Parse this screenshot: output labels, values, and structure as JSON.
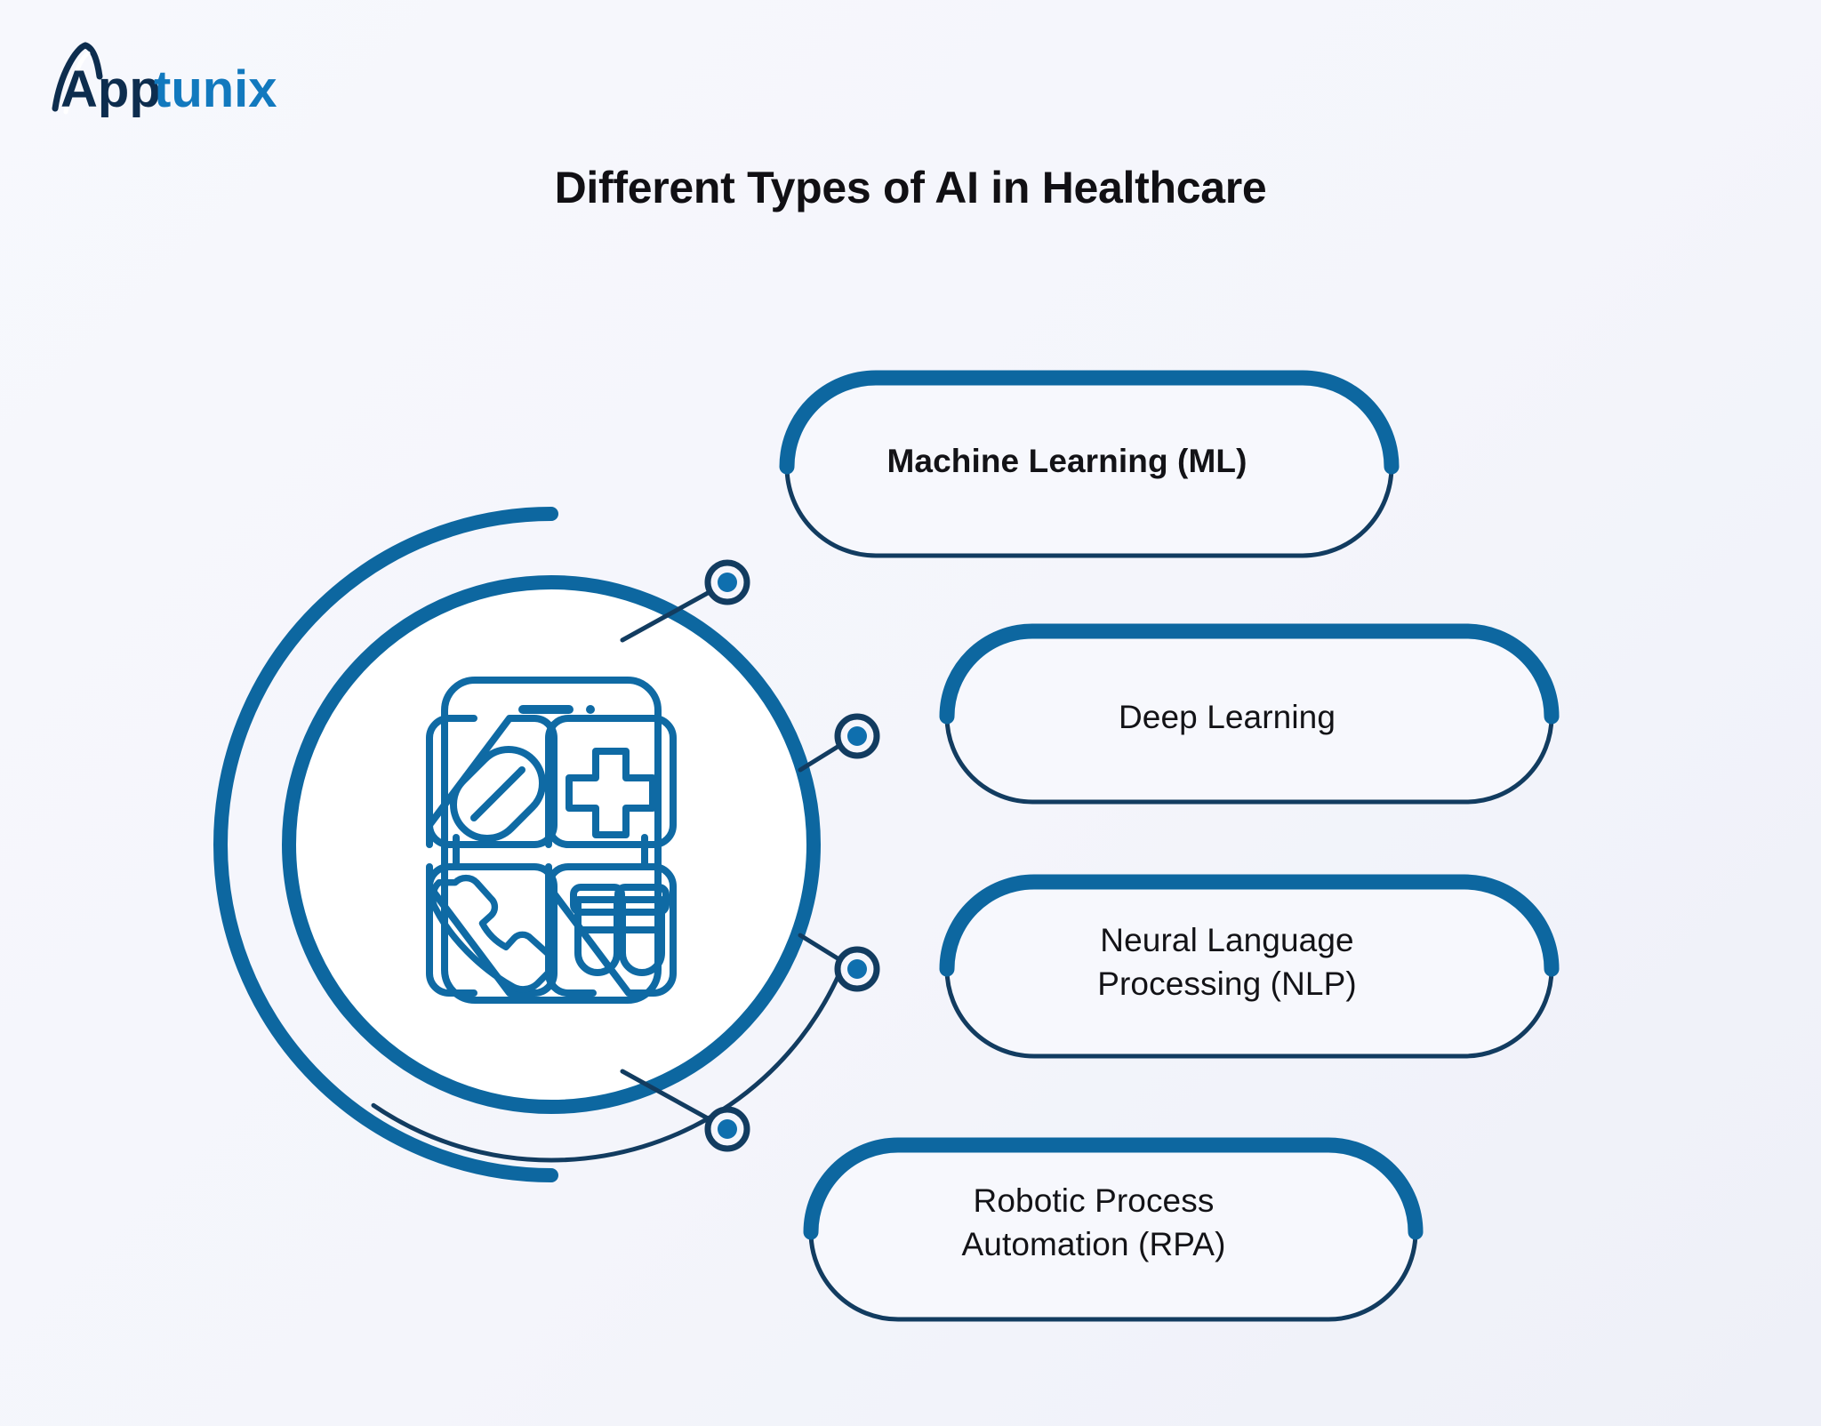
{
  "brand": {
    "name_part1": "App",
    "name_part2": "tunix",
    "color_dark": "#0d2d4e",
    "color_accent": "#1279be"
  },
  "header": {
    "title": "Different Types of AI in Healthcare"
  },
  "theme": {
    "background": "#f5f6fc",
    "ring_blue": "#0d67a0",
    "outline_navy": "#123c60",
    "icon_blue": "#0f6aa4",
    "dot_fill": "#0f6fae",
    "text": "#131317"
  },
  "diagram": {
    "type": "radial-label-callout",
    "center_icon": {
      "name": "healthcare-mobile-app-icon",
      "parts": [
        "smartphone-outline",
        "pill-capsule-tile",
        "medical-cross-tile",
        "phone-handset-tile",
        "test-tubes-tile"
      ]
    },
    "connector_dots": 4,
    "items": [
      {
        "id": "machine-learning",
        "label": "Machine Learning (ML)",
        "lines": [
          "Machine Learning (ML)"
        ],
        "bold": true
      },
      {
        "id": "deep-learning",
        "label": "Deep Learning",
        "lines": [
          "Deep Learning"
        ],
        "bold": false
      },
      {
        "id": "neural-language-processing",
        "label": "Neural Language Processing (NLP)",
        "lines": [
          "Neural Language",
          "Processing (NLP)"
        ],
        "bold": false
      },
      {
        "id": "robotic-process-automation",
        "label": "Robotic Process Automation (RPA)",
        "lines": [
          "Robotic Process",
          "Automation (RPA)"
        ],
        "bold": false
      }
    ]
  }
}
